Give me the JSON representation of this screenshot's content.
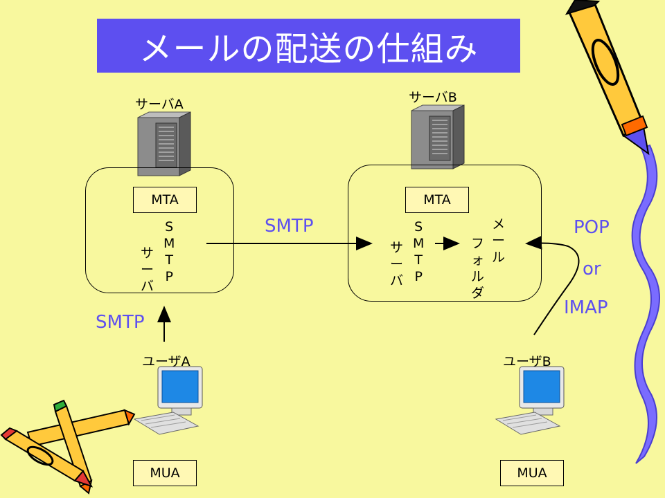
{
  "title": "メールの配送の仕組み",
  "serverA": {
    "label": "サーバA",
    "mta": "MTA"
  },
  "serverB": {
    "label": "サーバB",
    "mta": "MTA"
  },
  "smtp_server_a": {
    "col_smtp": [
      "S",
      "M",
      "T",
      "P"
    ],
    "col_server": [
      "サ",
      "ー",
      "バ"
    ]
  },
  "smtp_server_b": {
    "col_smtp": [
      "S",
      "M",
      "T",
      "P"
    ],
    "col_server": [
      "サ",
      "ー",
      "バ"
    ]
  },
  "mail_folder": {
    "col1": [
      "メ",
      "ー",
      "ル"
    ],
    "col2": [
      "フ",
      "ォ",
      "ル",
      "ダ"
    ]
  },
  "protocols": {
    "smtp_between": "SMTP",
    "smtp_user": "SMTP",
    "pop": "POP",
    "or": "or",
    "imap": "IMAP"
  },
  "userA": {
    "label": "ユーザA",
    "mua": "MUA"
  },
  "userB": {
    "label": "ユーザB",
    "mua": "MUA"
  },
  "colors": {
    "background": "#f8f89e",
    "title_bg": "#5d4ff0",
    "accent_text": "#5d4ff0",
    "label_fill": "#fff8b4"
  },
  "icons": [
    "server-icon",
    "computer-icon",
    "pencil-icon",
    "crayon-icon"
  ]
}
